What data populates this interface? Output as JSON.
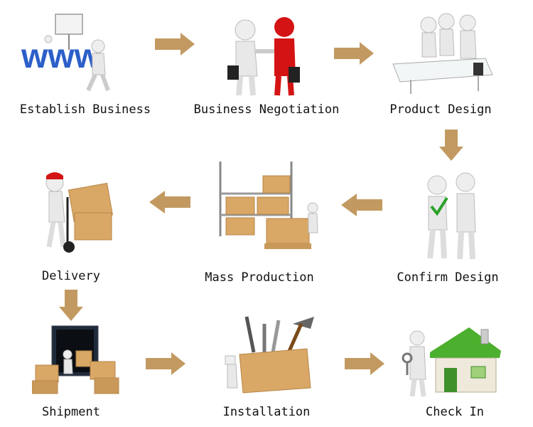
{
  "steps": [
    {
      "label": "Establish Business",
      "icon": "website-person-icon"
    },
    {
      "label": "Business Negotiation",
      "icon": "handshake-icon"
    },
    {
      "label": "Product Design",
      "icon": "design-meeting-icon"
    },
    {
      "label": "Confirm Design",
      "icon": "approval-check-icon"
    },
    {
      "label": "Mass Production",
      "icon": "warehouse-pallets-icon"
    },
    {
      "label": "Delivery",
      "icon": "hand-truck-icon"
    },
    {
      "label": "Shipment",
      "icon": "shipping-container-icon"
    },
    {
      "label": "Installation",
      "icon": "toolbox-icon"
    },
    {
      "label": "Check In",
      "icon": "house-key-icon"
    }
  ],
  "colors": {
    "arrow": "#C29A61",
    "figure": "#e6e6e6",
    "box": "#D9A766",
    "red": "#d41414",
    "house_roof": "#4CAF2E",
    "www": "#2C5FC9"
  }
}
